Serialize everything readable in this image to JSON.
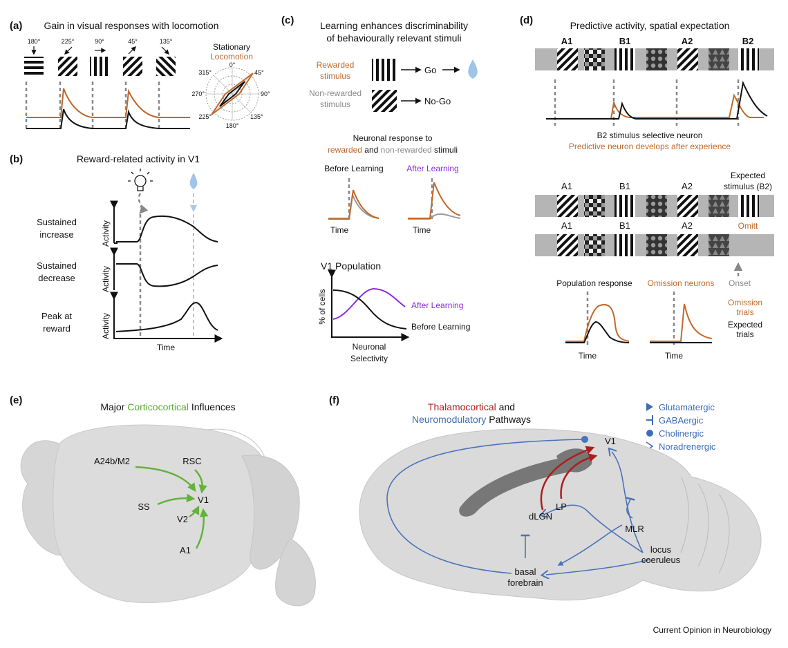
{
  "panel_labels": {
    "a": "(a)",
    "b": "(b)",
    "c": "(c)",
    "d": "(d)",
    "e": "(e)",
    "f": "(f)"
  },
  "panel_a": {
    "title": "Gain in visual responses with locomotion",
    "angles": [
      "180°",
      "225°",
      "90°",
      "45°",
      "135°"
    ],
    "legend_stationary": "Stationary",
    "legend_locomotion": "Locomotion",
    "polar_ticks": [
      "0°",
      "45°",
      "90°",
      "135°",
      "180°",
      "225°",
      "270°",
      "315°"
    ]
  },
  "panel_b": {
    "title": "Reward-related activity in V1",
    "rows": [
      {
        "line1": "Sustained",
        "line2": "increase"
      },
      {
        "line1": "Sustained",
        "line2": "decrease"
      },
      {
        "line1": "Peak at",
        "line2": "reward"
      }
    ],
    "ylabel": "Activity",
    "xlabel": "Time"
  },
  "panel_c": {
    "title_line1": "Learning enhances discriminability",
    "title_line2": "of behaviourally relevant stimuli",
    "rewarded_line1": "Rewarded",
    "rewarded_line2": "stimulus",
    "nonrewarded_line1": "Non-rewarded",
    "nonrewarded_line2": "stimulus",
    "go": "Go",
    "nogo": "No-Go",
    "neuronal_line1": "Neuronal response to",
    "neuronal_rewarded": "rewarded",
    "neuronal_and": " and ",
    "neuronal_nonrewarded": "non-rewarded",
    "neuronal_stimuli": " stimuli",
    "before": "Before Learning",
    "after": "After Learning",
    "time": "Time",
    "pop_title": "V1 Population",
    "pop_ylabel": "% of cells",
    "pop_xlabel_line1": "Neuronal",
    "pop_xlabel_line2": "Selectivity",
    "pop_after": "After Learning",
    "pop_before": "Before Learning"
  },
  "panel_d": {
    "title": "Predictive activity, spatial expectation",
    "seq_top": [
      "A1",
      "B1",
      "A2",
      "B2"
    ],
    "caption1": "B2 stimulus selective neuron",
    "caption2": "Predictive neuron develops after experience",
    "seq_mid": [
      "A1",
      "B1",
      "A2"
    ],
    "expected_line1": "Expected",
    "expected_line2": "stimulus (B2)",
    "omitt": "Omitt",
    "onset": "Onset",
    "population": "Population response",
    "omission_neurons": "Omission neurons",
    "omission_trials_line1": "Omission",
    "omission_trials_line2": "trials",
    "expected_trials_line1": "Expected",
    "expected_trials_line2": "trials",
    "time": "Time"
  },
  "panel_e": {
    "title_prefix": "Major ",
    "title_green": "Corticocortical",
    "title_suffix": " Influences",
    "areas": {
      "a24": "A24b/M2",
      "rsc": "RSC",
      "ss": "SS",
      "v1": "V1",
      "v2": "V2",
      "a1": "A1"
    }
  },
  "panel_f": {
    "title_red": "Thalamocortical",
    "title_and": " and",
    "title_blue": "Neuromodulatory",
    "title_pathways": " Pathways",
    "legend": [
      "Glutamatergic",
      "GABAergic",
      "Cholinergic",
      "Noradrenergic"
    ],
    "regions": {
      "v1": "V1",
      "lp": "LP",
      "dlgn": "dLGN",
      "mlr": "MLR",
      "locus1": "locus",
      "locus2": "coeruleus",
      "basal1": "basal",
      "basal2": "forebrain"
    }
  },
  "credit": "Current Opinion in Neurobiology",
  "colors": {
    "orange": "#c0692a",
    "purple": "#8a2be2",
    "green": "#5aaa34",
    "red": "#b01c1c",
    "blue": "#3f6db5",
    "grey": "#8a8a8a",
    "brain": "#d9d9d9"
  }
}
